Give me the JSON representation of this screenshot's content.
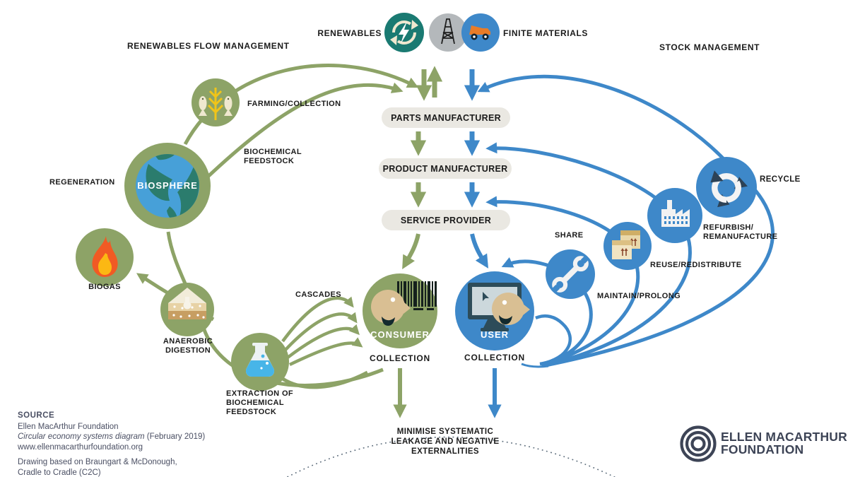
{
  "colors": {
    "bio_green": "#8da367",
    "tech_blue": "#3e88c9",
    "renewables_teal": "#1a7a72",
    "finite_gray": "#b4b8bb",
    "pill_bg": "#eae8e2",
    "label_text": "#1b1b1b",
    "source_text": "#4a4f63",
    "logo_navy": "#3d4456"
  },
  "top": {
    "renewables": "RENEWABLES",
    "finite": "FINITE MATERIALS"
  },
  "headings": {
    "left": "RENEWABLES FLOW MANAGEMENT",
    "right": "STOCK MANAGEMENT"
  },
  "pills": {
    "parts": "PARTS MANUFACTURER",
    "product": "PRODUCT MANUFACTURER",
    "service": "SERVICE PROVIDER"
  },
  "bio": {
    "farming": "FARMING/COLLECTION",
    "biochemical": "BIOCHEMICAL\nFEEDSTOCK",
    "regeneration": "REGENERATION",
    "biosphere": "BIOSPHERE",
    "biogas": "BIOGAS",
    "anaerobic": "ANAEROBIC\nDIGESTION",
    "extraction": "EXTRACTION OF\nBIOCHEMICAL\nFEEDSTOCK",
    "cascades": "CASCADES",
    "consumer": "CONSUMER",
    "collection": "COLLECTION"
  },
  "tech": {
    "recycle": "RECYCLE",
    "refurbish": "REFURBISH/\nREMANUFACTURE",
    "reuse": "REUSE/REDISTRIBUTE",
    "maintain": "MAINTAIN/PROLONG",
    "share": "SHARE",
    "user": "USER",
    "collection": "COLLECTION"
  },
  "bottom": {
    "minimise": "MINIMISE SYSTEMATIC\nLEAKAGE AND NEGATIVE\nEXTERNALITIES"
  },
  "source": {
    "heading": "SOURCE",
    "line1": "Ellen MacArthur Foundation",
    "line2_italic": "Circular economy systems diagram",
    "line2_rest": " (February 2019)",
    "line3": "www.ellenmacarthurfoundation.org",
    "line4": "Drawing based on Braungart & McDonough,",
    "line5": "Cradle to Cradle (C2C)"
  },
  "logo": {
    "line1": "ELLEN MACARTHUR",
    "line2": "FOUNDATION"
  }
}
